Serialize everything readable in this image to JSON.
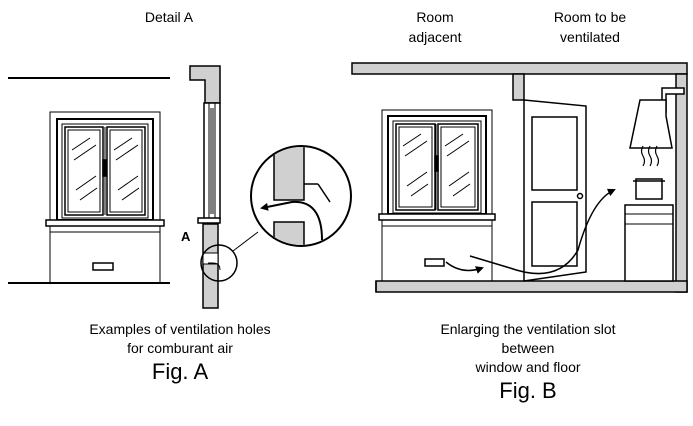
{
  "fig_a": {
    "detail_title": "Detail A",
    "detail_marker": "A",
    "caption_line1": "Examples of ventilation holes",
    "caption_line2": "for comburant air",
    "fig_label": "Fig. A"
  },
  "fig_b": {
    "room_adjacent_line1": "Room",
    "room_adjacent_line2": "adjacent",
    "room_ventilated_line1": "Room to be",
    "room_ventilated_line2": "ventilated",
    "caption_line1": "Enlarging the ventilation slot",
    "caption_line2": "between",
    "caption_line3": "window and floor",
    "fig_label": "Fig. B"
  },
  "colors": {
    "wall_fill": "#d0d0d0",
    "line": "#000000"
  }
}
